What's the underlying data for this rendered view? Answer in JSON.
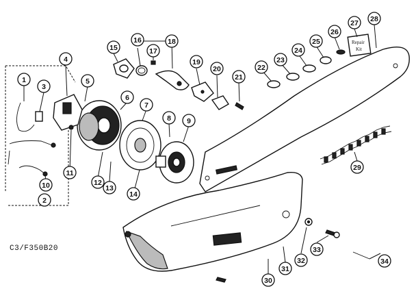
{
  "caption": "C3/F350B20",
  "repair_kit": {
    "line1": "Repair",
    "line2": "Kit"
  },
  "callouts": [
    "1",
    "2",
    "3",
    "4",
    "5",
    "6",
    "7",
    "8",
    "9",
    "10",
    "11",
    "12",
    "13",
    "14",
    "15",
    "16",
    "17",
    "18",
    "19",
    "20",
    "21",
    "22",
    "23",
    "24",
    "25",
    "26",
    "27",
    "28",
    "29",
    "30",
    "31",
    "32",
    "33",
    "34"
  ]
}
